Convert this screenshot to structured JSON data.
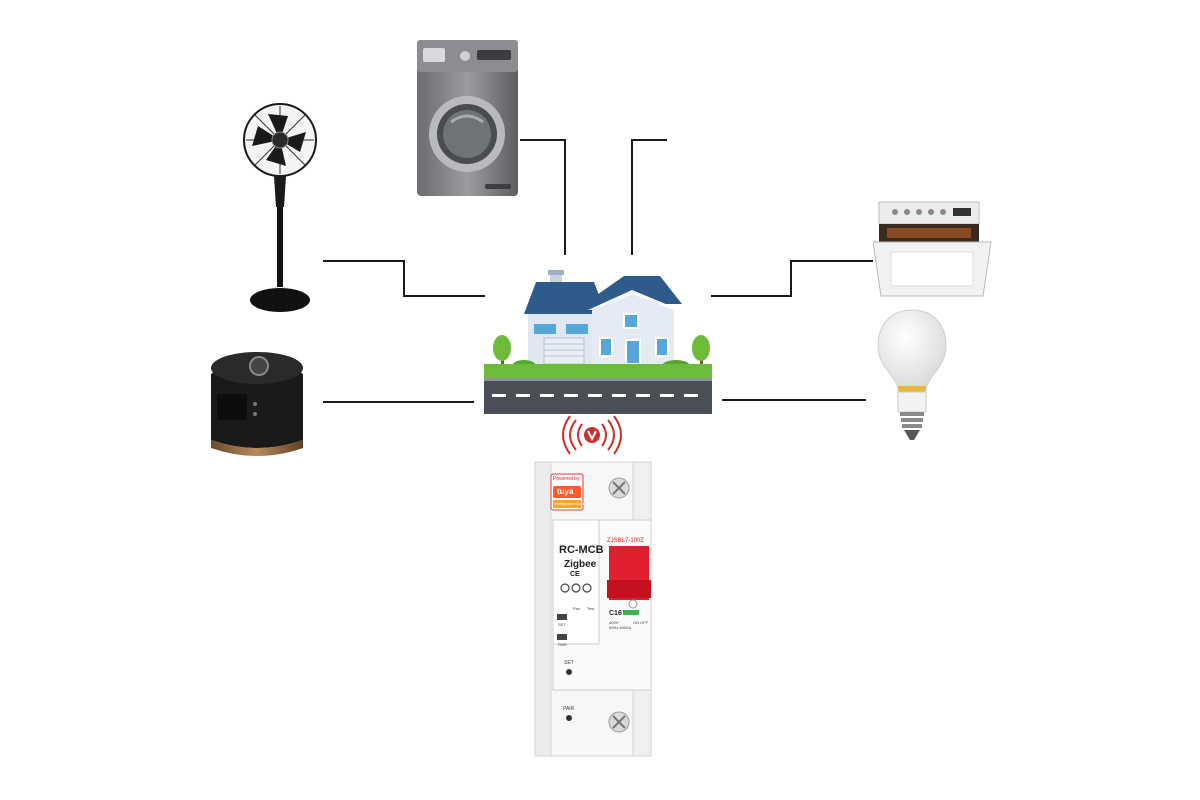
{
  "breaker": {
    "model_label": "RC-MCB",
    "protocol_label": "Zigbee",
    "ce_mark": "CE",
    "model_code": "ZJSBL7-100Z",
    "powered_by": "Powered by",
    "brand": "tuya",
    "brand_sub": "Intelligence Inside",
    "rating": "C16",
    "specs": "400V~ 50Hz 6000A",
    "on_off": "ON OFF",
    "set_label": "SET",
    "pair_label": "PAIR",
    "pair_sub": "Pair",
    "small_set": "SET",
    "small_pair": "PAIR",
    "test_label": "Test"
  },
  "colors": {
    "line": "#1a1a1a",
    "roof": "#2f5b8c",
    "wall": "#dfe7f1",
    "grass": "#6dbb3a",
    "road": "#4a4f57",
    "toggle": "#e0202e",
    "signal": "#c9302c"
  }
}
